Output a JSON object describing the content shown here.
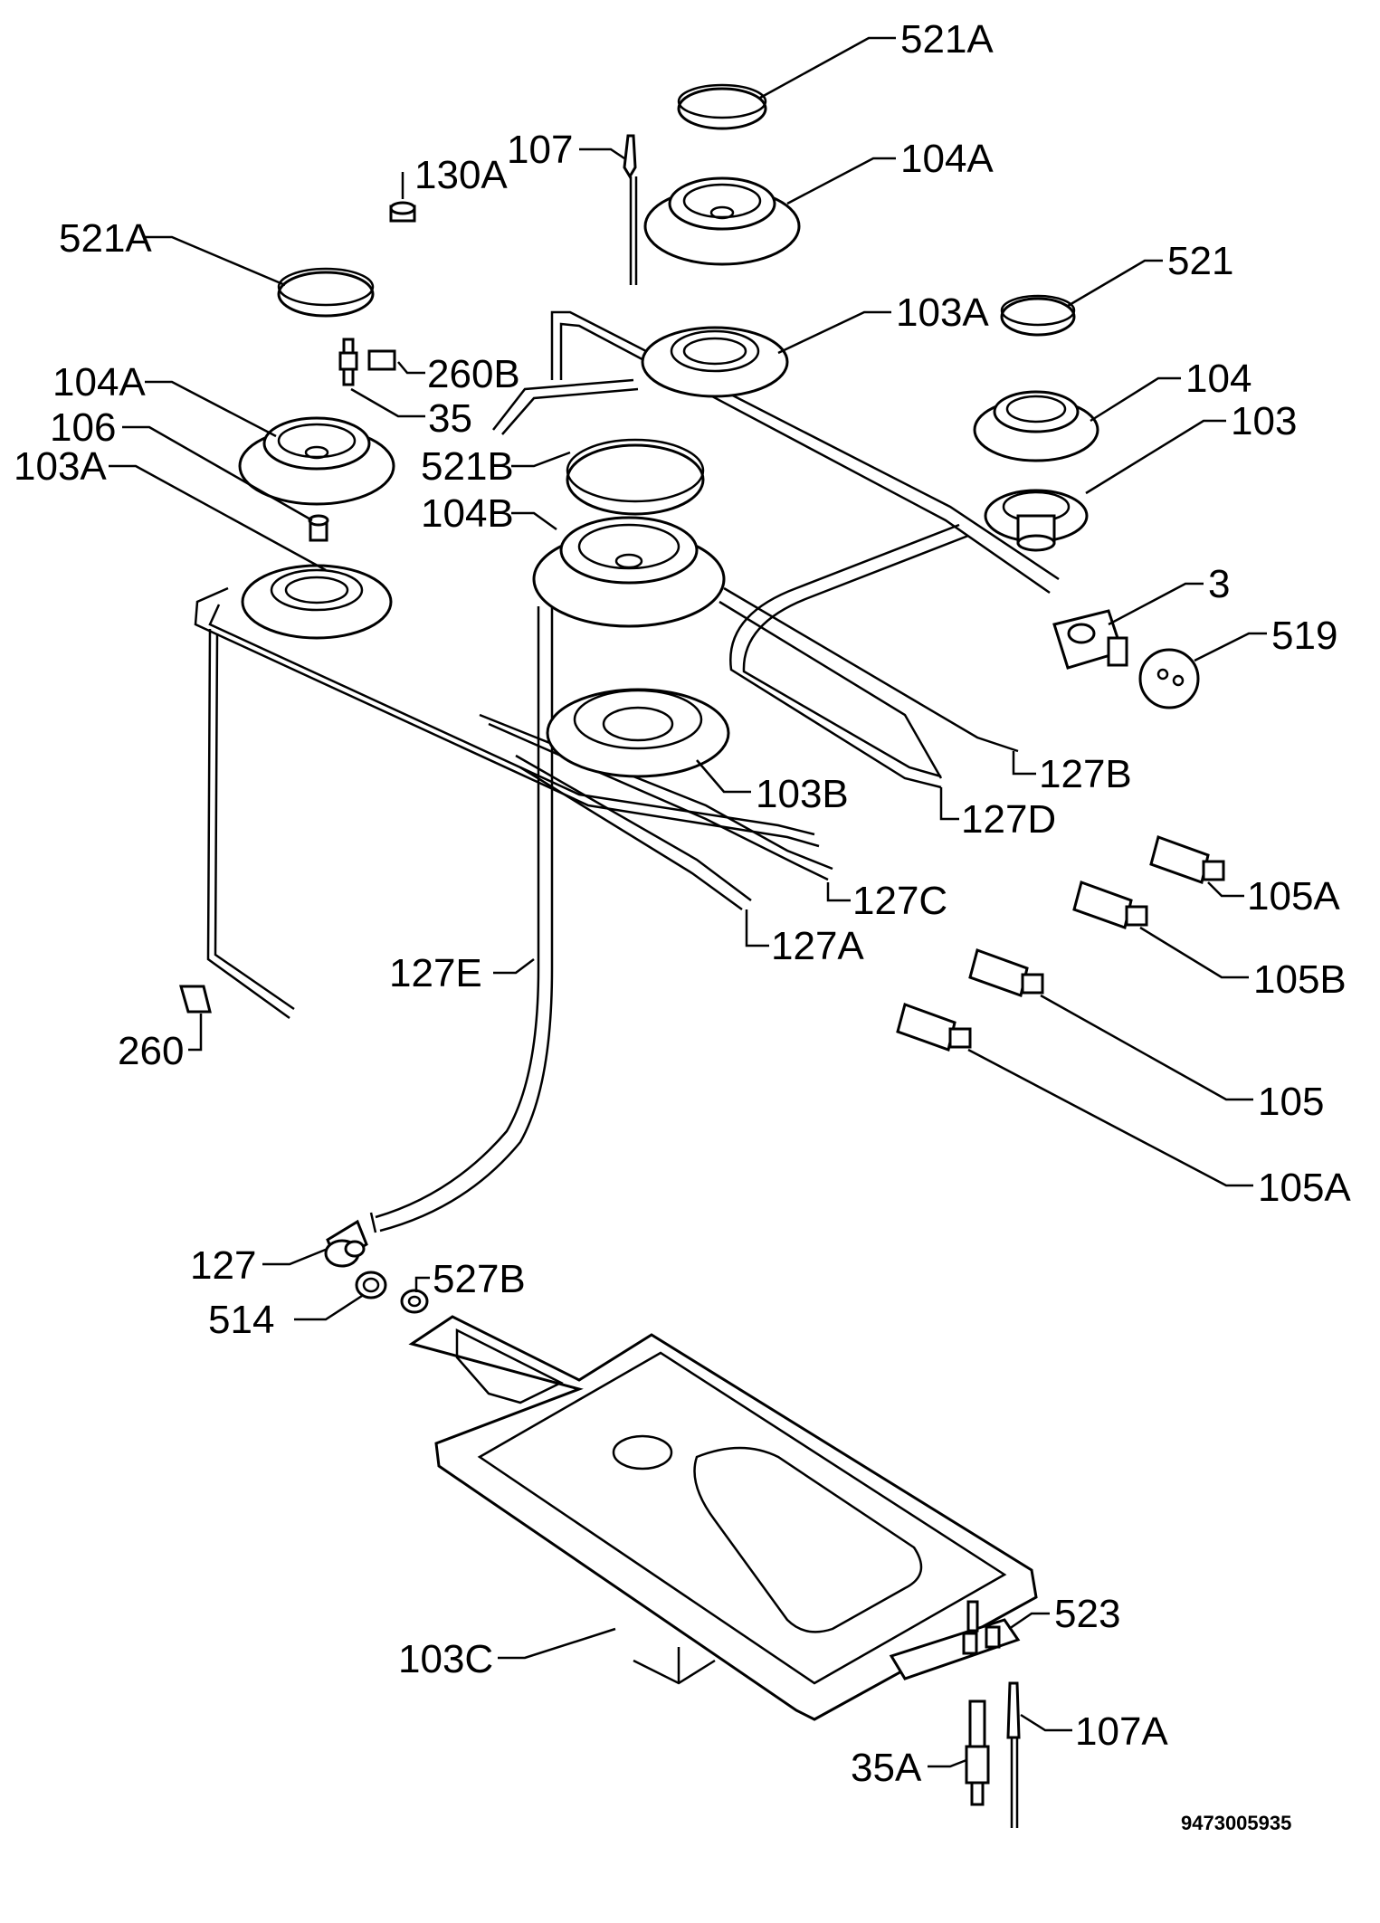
{
  "diagram_code": "9473005935",
  "labels": {
    "l521A_top": "521A",
    "l107": "107",
    "l130A": "130A",
    "l104A_top": "104A",
    "l521A_left": "521A",
    "l521": "521",
    "l103A_top": "103A",
    "l260B": "260B",
    "l104A_left": "104A",
    "l104": "104",
    "l106": "106",
    "l35": "35",
    "l103": "103",
    "l103A_left": "103A",
    "l521B": "521B",
    "l104B": "104B",
    "l3": "3",
    "l519": "519",
    "l127B": "127B",
    "l103B": "103B",
    "l127D": "127D",
    "l105A_top": "105A",
    "l127C": "127C",
    "l127A": "127A",
    "l105B": "105B",
    "l127E": "127E",
    "l260": "260",
    "l105": "105",
    "l105A_bottom": "105A",
    "l127": "127",
    "l527B": "527B",
    "l514": "514",
    "l103C": "103C",
    "l523": "523",
    "l107A": "107A",
    "l35A": "35A"
  }
}
